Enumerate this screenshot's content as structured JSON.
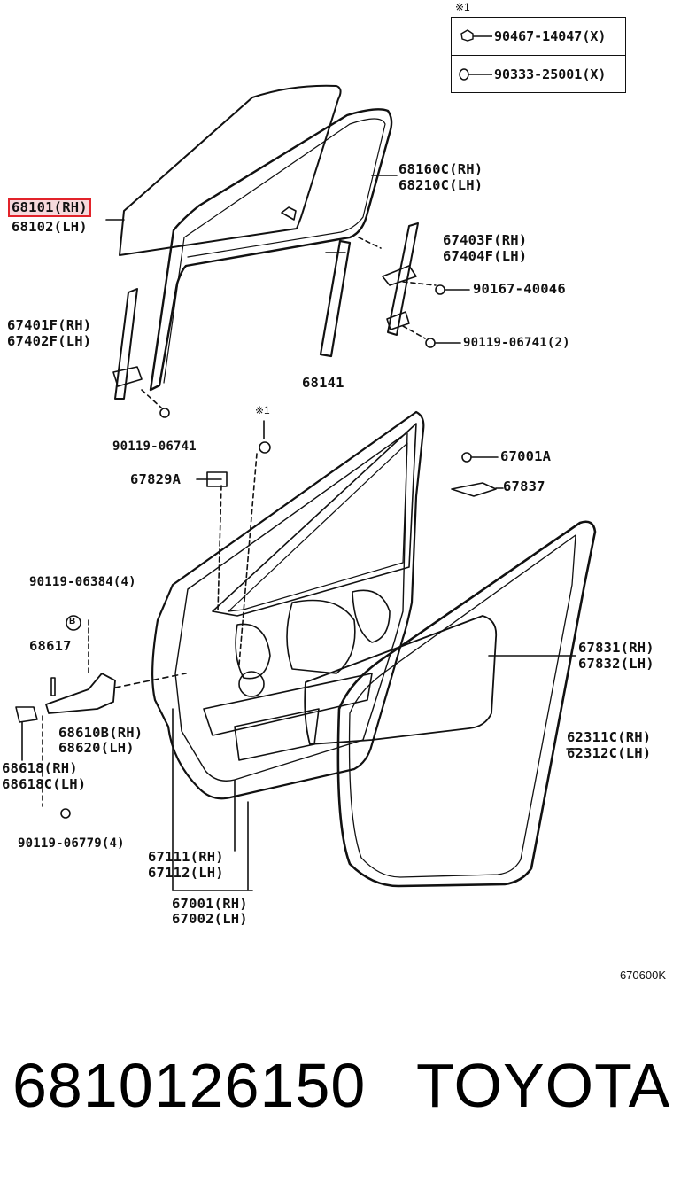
{
  "legend": {
    "marker": "※1",
    "rows": [
      {
        "part": "90467-14047(X)",
        "icon": "clip-icon"
      },
      {
        "part": "90333-25001(X)",
        "icon": "o-ring-icon"
      }
    ]
  },
  "callouts": {
    "glass_rh": "68101(RH)",
    "glass_lh": "68102(LH)",
    "run_rh": "68160C(RH)",
    "run_lh": "68210C(LH)",
    "rear_channel_rh": "67403F(RH)",
    "rear_channel_lh": "67404F(LH)",
    "bolt_a": "90167-40046",
    "front_channel_rh": "67401F(RH)",
    "front_channel_lh": "67402F(LH)",
    "bolt_b": "90119-06741(2)",
    "division_bar": "68141",
    "bolt_c": "90119-06741",
    "marker_mid": "※1",
    "cushion": "67001A",
    "plug": "67829A",
    "bracket": "67837",
    "bolt_d": "90119-06384(4)",
    "pin": "68617",
    "hinge_rh": "68610B(RH)",
    "hinge_lh": "68620(LH)",
    "hinge_part_rh": "68618(RH)",
    "hinge_part_lh": "68618C(LH)",
    "bolt_e": "90119-06779(4)",
    "panel_rh": "67111(RH)",
    "panel_lh": "67112(LH)",
    "door_rh": "67001(RH)",
    "door_lh": "67002(LH)",
    "hole_cover_rh": "67831(RH)",
    "hole_cover_lh": "67832(LH)",
    "weatherstrip_rh": "62311C(RH)",
    "weatherstrip_lh": "62312C(LH)",
    "bolt_mark": "B"
  },
  "diagram_code": "670600K",
  "footer": {
    "part_number": "6810126150",
    "brand": "TOYOTA"
  },
  "highlight_color": "#e2232a"
}
